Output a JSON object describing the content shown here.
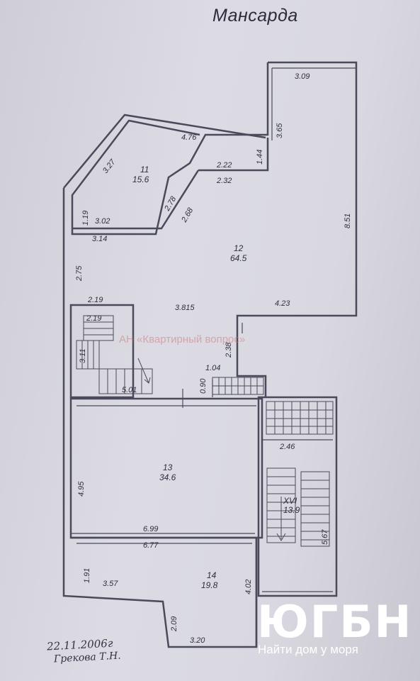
{
  "title": "Мансарда",
  "watermark": "АН «Квартирный вопрос»",
  "logo": {
    "name": "ЮГБН",
    "slogan": "Найти дом у моря"
  },
  "signature": {
    "date": "22.11.2006г",
    "name": "Грекова Т.Н."
  },
  "rooms": [
    {
      "id": "11",
      "area": "15.6"
    },
    {
      "id": "12",
      "area": "64.5"
    },
    {
      "id": "13",
      "area": "34.6"
    },
    {
      "id": "14",
      "area": "19.8"
    },
    {
      "id": "XVI",
      "area": "13.9"
    }
  ],
  "dimensions": [
    "3.09",
    "3.65",
    "4.76",
    "3.27",
    "1.44",
    "2.22",
    "2.32",
    "2.78",
    "2.68",
    "1.19",
    "3.02",
    "3.14",
    "8.51",
    "2.75",
    "2.19",
    "3.815",
    "4.23",
    "2.19",
    "3.11",
    "2.38",
    "1.04",
    "0.90",
    "5.01",
    "2.46",
    "4.95",
    "5.67",
    "6.99",
    "6.77",
    "1.91",
    "3.57",
    "4.02",
    "2.09",
    "3.20"
  ],
  "colors": {
    "paper": "#d9d8e0",
    "line": "#4a4a5a",
    "logo": "#ffffff",
    "watermark": "#d08080"
  }
}
